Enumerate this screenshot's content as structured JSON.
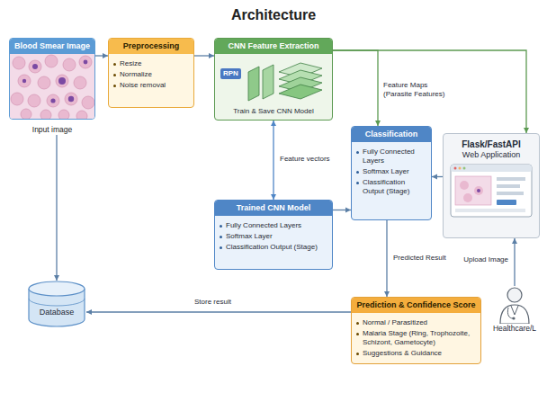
{
  "diagram": {
    "title": "Architecture",
    "nodes": [
      {
        "text": [
          "Blood Smear Image",
          "Input image"
        ]
      },
      {
        "text": [
          "Preprocessing",
          "Resize",
          "Normalize",
          "Noise removal"
        ]
      },
      {
        "text": [
          "CNN Feature Extraction",
          "RPN",
          "Train & Save CNN Model"
        ]
      },
      {
        "text": [
          "Classification",
          "Fully Connected Layers",
          "Softmax Layer",
          "Classification Output (Stage)"
        ]
      },
      {
        "text": [
          "Flask/FastAPI",
          "Web Application"
        ]
      },
      {
        "text": [
          "Trained CNN Model",
          "Fully Connected Layers",
          "Softmax Layer",
          "Classification Output (Stage)"
        ]
      },
      {
        "text": [
          "Database"
        ]
      },
      {
        "text": [
          "Prediction & Confidence Score",
          "Normal / Parasitized",
          "Malaria Stage (Ring, Trophozoite, Schizont, Gametocyte)",
          "Suggestions & Guidance"
        ]
      },
      {
        "text": [
          "Healthcare/L"
        ]
      }
    ],
    "edges": [
      {
        "from": 0,
        "to": 1,
        "arrow": "to"
      },
      {
        "from": 1,
        "to": 2,
        "arrow": "to"
      },
      {
        "from": 2,
        "to": 3,
        "label": "Feature Maps (Parasite Features)",
        "arrow": "to"
      },
      {
        "from": 2,
        "to": 4,
        "arrow": "to"
      },
      {
        "from": 2,
        "to": 5,
        "label": "Feature vectors",
        "arrow": "both"
      },
      {
        "from": 5,
        "to": 3,
        "arrow": "to"
      },
      {
        "from": 4,
        "to": 3,
        "arrow": "to"
      },
      {
        "from": 3,
        "to": 7,
        "label": "Predicted Result",
        "arrow": "to"
      },
      {
        "from": 8,
        "to": 4,
        "label": "Upload Image",
        "arrow": "to"
      },
      {
        "from": 7,
        "to": 6,
        "label": "Store result",
        "arrow": "to"
      },
      {
        "from": 0,
        "to": 6,
        "arrow": "to"
      }
    ]
  }
}
